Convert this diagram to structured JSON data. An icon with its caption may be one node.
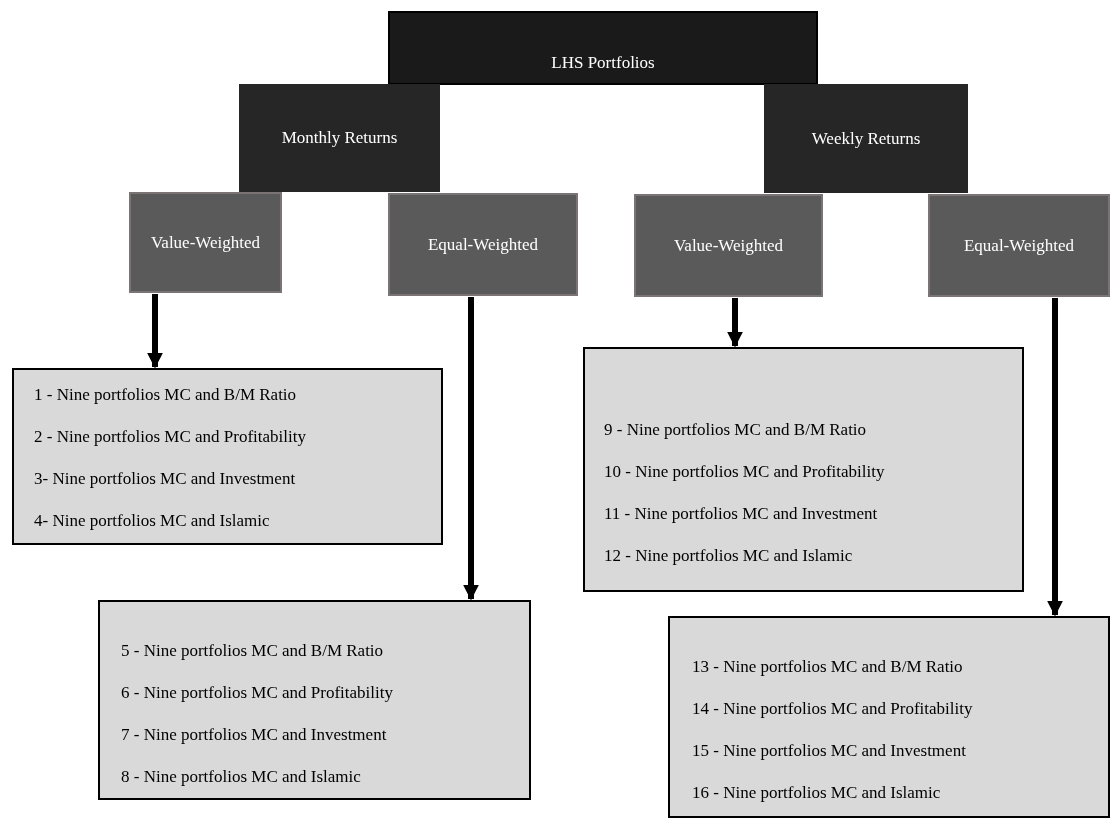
{
  "diagram": {
    "nodes": [
      {
        "text": [
          "LHS Portfolios"
        ]
      },
      {
        "text": [
          "Monthly Returns"
        ]
      },
      {
        "text": [
          "Weekly Returns"
        ]
      },
      {
        "text": [
          "Value-Weighted"
        ]
      },
      {
        "text": [
          "Equal-Weighted"
        ]
      },
      {
        "text": [
          "Value-Weighted"
        ]
      },
      {
        "text": [
          "Equal-Weighted"
        ]
      },
      {
        "text": [
          "1 - Nine portfolios MC and B/M Ratio",
          "2 - Nine portfolios MC and Profitability",
          "3- Nine portfolios MC and Investment",
          "4- Nine portfolios MC and Islamic"
        ]
      },
      {
        "text": [
          "5 - Nine portfolios MC and B/M Ratio",
          "6 - Nine portfolios MC and Profitability",
          "7 - Nine portfolios MC and Investment",
          "8 - Nine portfolios MC and Islamic"
        ]
      },
      {
        "text": [
          "9 - Nine portfolios MC and B/M Ratio",
          "10 - Nine portfolios MC and Profitability",
          "11 - Nine portfolios MC and Investment",
          "12 - Nine portfolios MC and Islamic"
        ]
      },
      {
        "text": [
          "13 - Nine portfolios MC and B/M Ratio",
          "14 - Nine portfolios MC and Profitability",
          "15 - Nine portfolios MC and Investment",
          "16 - Nine portfolios MC and Islamic"
        ]
      }
    ],
    "edges": [
      {
        "from": 3,
        "to": 7,
        "arrow": "to"
      },
      {
        "from": 4,
        "to": 8,
        "arrow": "to"
      },
      {
        "from": 5,
        "to": 9,
        "arrow": "to"
      },
      {
        "from": 6,
        "to": 10,
        "arrow": "to"
      }
    ]
  }
}
